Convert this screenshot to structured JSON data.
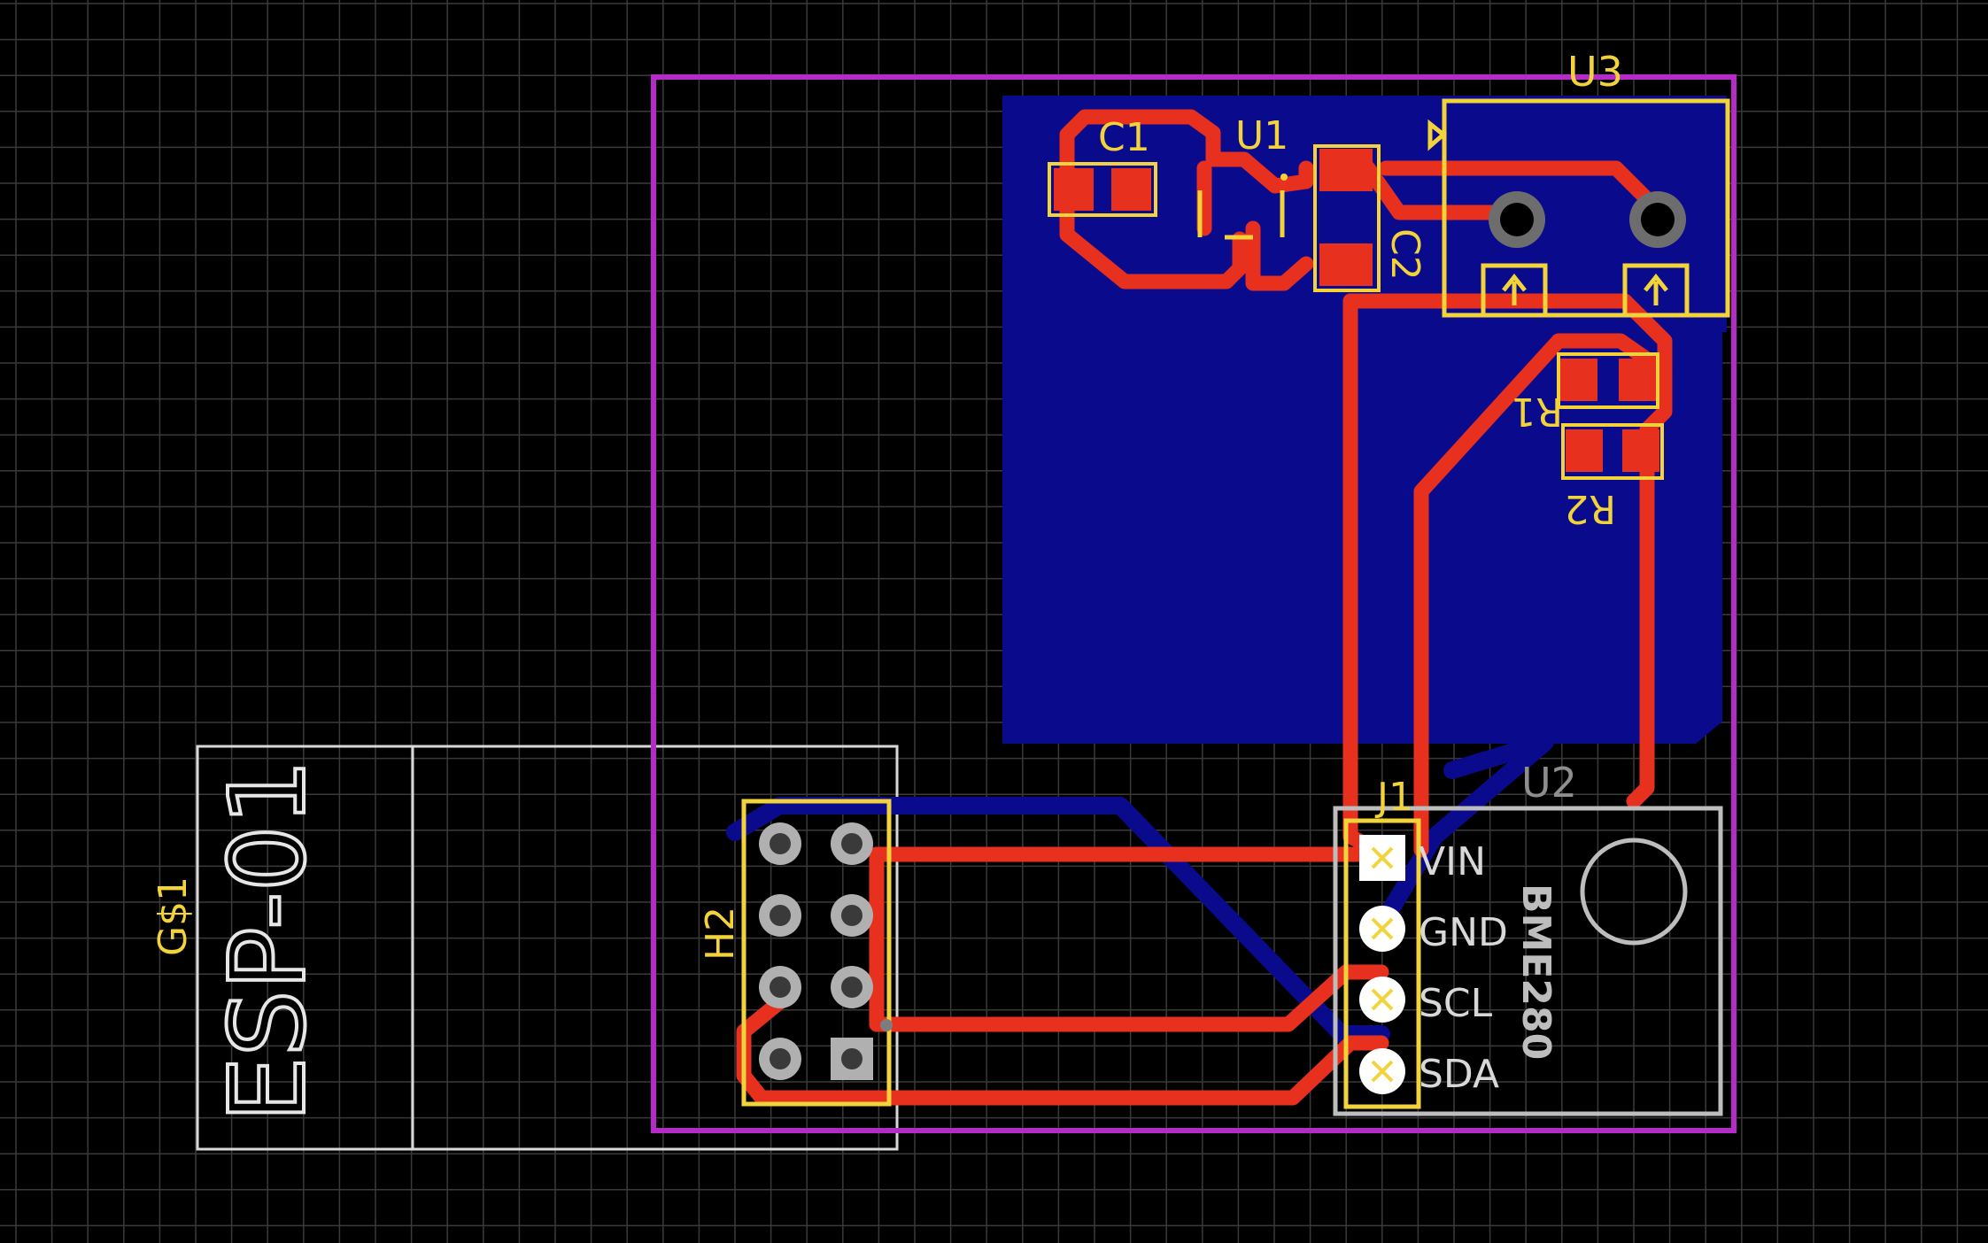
{
  "colors": {
    "background": "#000000",
    "grid": "#3a3a3a",
    "board_outline": "#b52bc8",
    "top_copper": "#e8301f",
    "bottom_copper": "#0a0a8c",
    "silkscreen": "#f3d33a",
    "documentation": "#d8d8d8"
  },
  "components": {
    "u3": "U3",
    "c1": "C1",
    "u1": "U1",
    "c2": "C2",
    "r1": "R1",
    "r2": "R2",
    "j1": "J1",
    "u2": "U2",
    "h2": "H2",
    "gs1": "G$1"
  },
  "module": {
    "esp_label": "ESP-01"
  },
  "sensor": {
    "name": "BME280",
    "pins": [
      "VIN",
      "GND",
      "SCL",
      "SDA"
    ]
  },
  "icons": {
    "via": "via-icon",
    "pad": "pad-icon",
    "arrow": "arrow-up-icon"
  }
}
